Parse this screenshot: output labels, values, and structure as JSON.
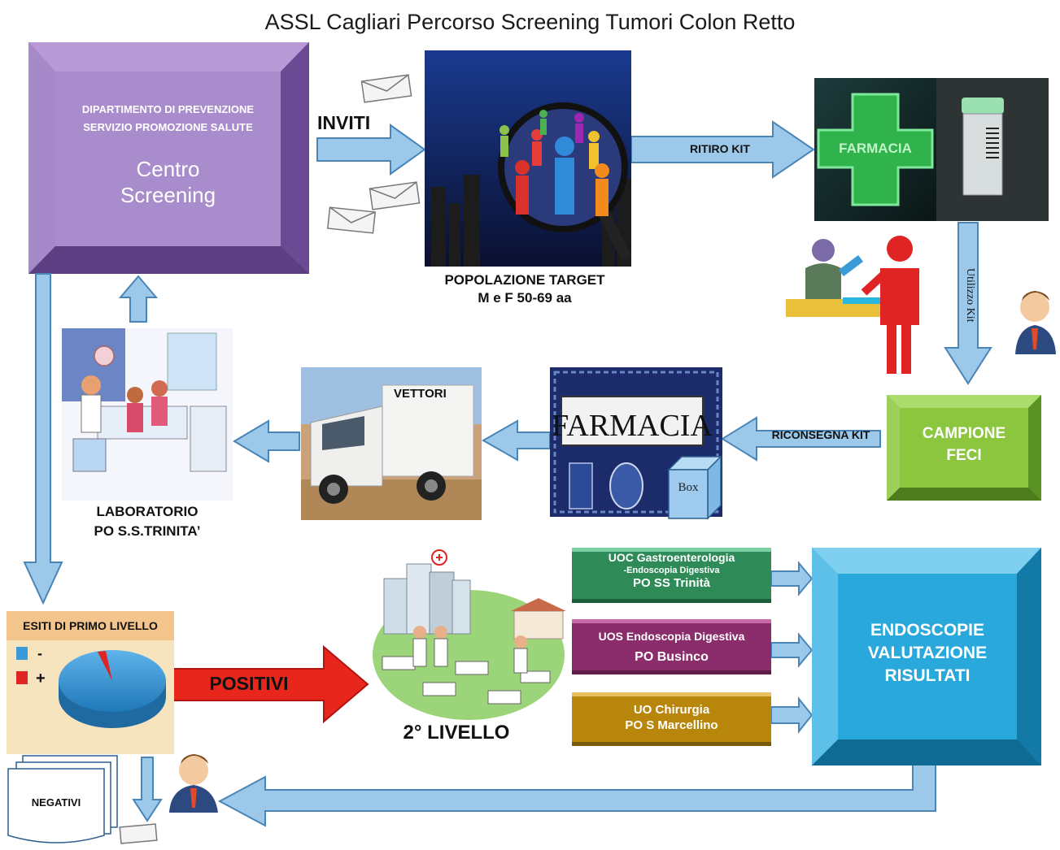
{
  "title": "ASSL Cagliari Percorso Screening Tumori Colon Retto",
  "centro": {
    "dept_line1": "DIPARTIMENTO DI PREVENZIONE",
    "dept_line2": "SERVIZIO PROMOZIONE SALUTE",
    "name_line1": "Centro",
    "name_line2": "Screening"
  },
  "inviti": "INVITI",
  "popolazione": {
    "line1": "POPOLAZIONE TARGET",
    "line2": "M e F 50-69 aa"
  },
  "ritiro_kit": "RITIRO KIT",
  "farmacia_sign": "FARMACIA",
  "utilizzo_kit": "Utilizzo Kit",
  "campione": {
    "line1": "CAMPIONE",
    "line2": "FECI"
  },
  "riconsegna_kit": "RICONSEGNA KIT",
  "farmacia_tile": "FARMACIA",
  "box_label": "Box",
  "vettori": "VETTORI",
  "laboratorio": {
    "line1": "LABORATORIO",
    "line2": "PO S.S.TRINITA’"
  },
  "esiti": {
    "header": "ESITI DI PRIMO LIVELLO",
    "legend_neg": "-",
    "legend_pos": "+"
  },
  "positivi": "POSITIVI",
  "secondo_livello": "2° LIVELLO",
  "uoc": {
    "line1": "UOC Gastroenterologia",
    "line2": "-Endoscopia Digestiva",
    "line3": "PO SS Trinità"
  },
  "uos": {
    "line1": "UOS Endoscopia Digestiva",
    "line2": "PO Businco"
  },
  "uo": {
    "line1": "UO Chirurgia",
    "line2": "PO S Marcellino"
  },
  "endoscopie": {
    "line1": "ENDOSCOPIE",
    "line2": "VALUTAZIONE",
    "line3": "RISULTATI"
  },
  "negativi": "NEGATIVI",
  "colors": {
    "arrow": "#9cc8e9",
    "arrow_stroke": "#4a85b8",
    "centro": "#9b7bbf",
    "campione": "#8cc63f",
    "endoscopie": "#29a8dc",
    "uoc": "#2e8b57",
    "uos": "#8b2c6b",
    "uo": "#b8860b",
    "positivi": "#e8261c"
  },
  "icons": [
    "envelope-icon",
    "people-magnifier-icon",
    "pharmacy-cross-icon",
    "test-tube-icon",
    "counter-people-icon",
    "businessman-icon",
    "truck-icon",
    "laboratory-icon",
    "hospital-icon",
    "pie-chart-icon",
    "documents-icon"
  ]
}
